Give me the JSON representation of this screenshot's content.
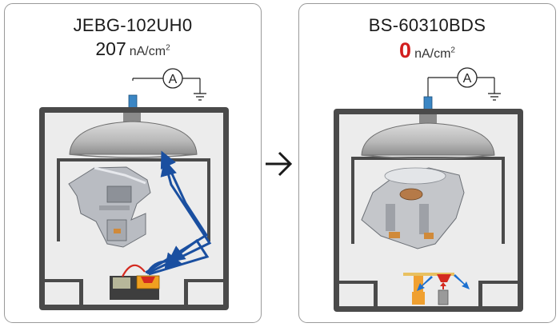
{
  "left": {
    "model": "JEBG-102UH0",
    "value": "207",
    "unit": "nA/cm",
    "unit_exp": "2",
    "meter_label": "A"
  },
  "right": {
    "model": "BS-60310BDS",
    "value": "0",
    "unit": "nA/cm",
    "unit_exp": "2",
    "meter_label": "A"
  },
  "colors": {
    "beam_arrow": "#1a4fa0",
    "highlight_value": "#d21e1e",
    "crucible": "#f0a020",
    "shield": "#f0a030",
    "chamber": "#4a4a4a"
  },
  "icons": [
    "ammeter-icon",
    "ground-icon",
    "transition-arrow-icon"
  ]
}
